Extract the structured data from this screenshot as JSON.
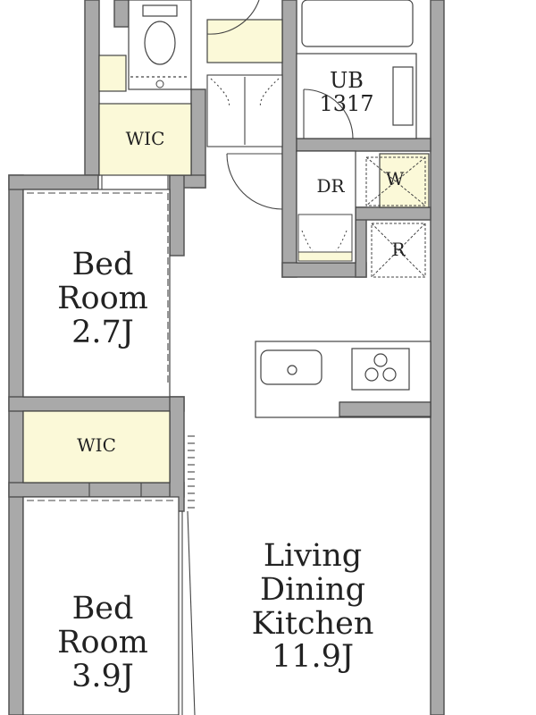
{
  "rooms": {
    "bedroom_top": {
      "line1": "Bed",
      "line2": "Room",
      "line3": "2.7J"
    },
    "bedroom_bottom": {
      "line1": "Bed",
      "line2": "Room",
      "line3": "3.9J"
    },
    "ldk": {
      "line1": "Living",
      "line2": "Dining",
      "line3": "Kitchen",
      "line4": "11.9J"
    },
    "wic_top": "WIC",
    "wic_bottom": "WIC",
    "bath": {
      "line1": "UB",
      "line2": "1317"
    },
    "dressing": "DR",
    "washer": "W",
    "fridge": "R"
  },
  "colors": {
    "wall": "#a9a9a9",
    "wall_edge": "#555555",
    "closet": "#fbf9d8",
    "line": "#444444"
  }
}
